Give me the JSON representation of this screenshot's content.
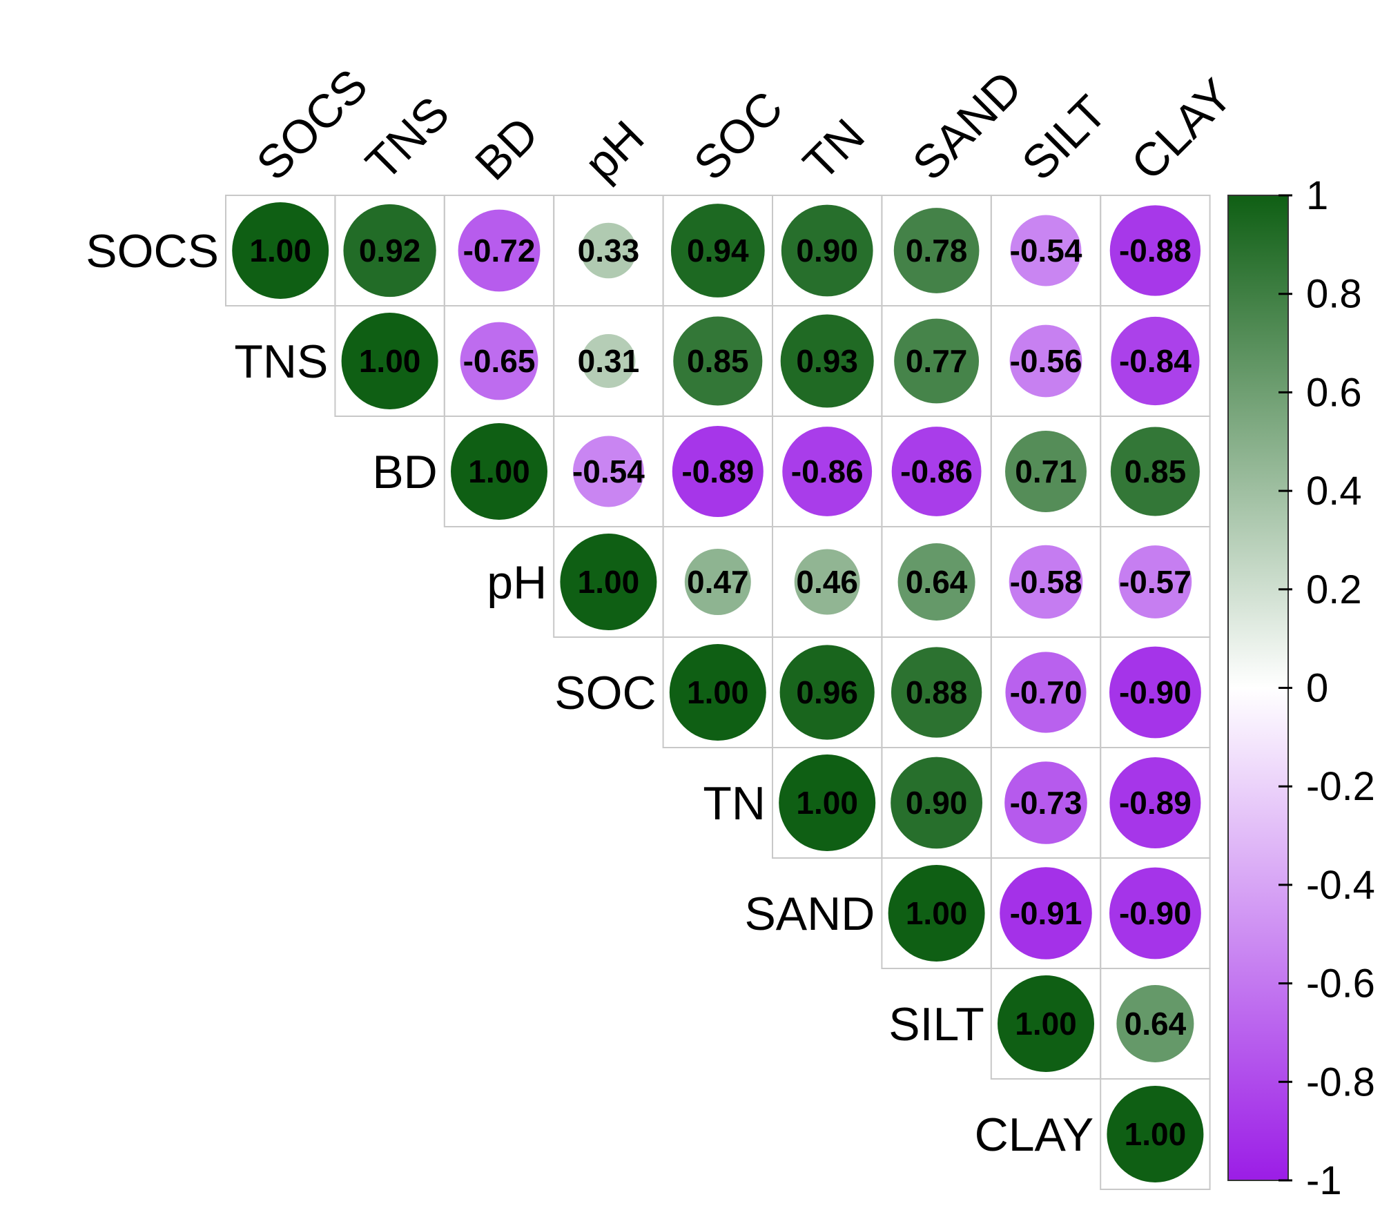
{
  "chart_data": {
    "type": "heatmap",
    "subtype": "correlation-circles-upper-triangle",
    "variables": [
      "SOCS",
      "TNS",
      "BD",
      "pH",
      "SOC",
      "TN",
      "SAND",
      "SILT",
      "CLAY"
    ],
    "matrix": [
      [
        1.0,
        0.92,
        -0.72,
        0.33,
        0.94,
        0.9,
        0.78,
        -0.54,
        -0.88
      ],
      [
        null,
        1.0,
        -0.65,
        0.31,
        0.85,
        0.93,
        0.77,
        -0.56,
        -0.84
      ],
      [
        null,
        null,
        1.0,
        -0.54,
        -0.89,
        -0.86,
        -0.86,
        0.71,
        0.85
      ],
      [
        null,
        null,
        null,
        1.0,
        0.47,
        0.46,
        0.64,
        -0.58,
        -0.57
      ],
      [
        null,
        null,
        null,
        null,
        1.0,
        0.96,
        0.88,
        -0.7,
        -0.9
      ],
      [
        null,
        null,
        null,
        null,
        null,
        1.0,
        0.9,
        -0.73,
        -0.89
      ],
      [
        null,
        null,
        null,
        null,
        null,
        null,
        1.0,
        -0.91,
        -0.9
      ],
      [
        null,
        null,
        null,
        null,
        null,
        null,
        null,
        1.0,
        0.64
      ],
      [
        null,
        null,
        null,
        null,
        null,
        null,
        null,
        null,
        1.0
      ]
    ],
    "value_labels": [
      [
        "1.00",
        "0.92",
        "-0.72",
        "0.33",
        "0.94",
        "0.90",
        "0.78",
        "-0.54",
        "-0.88"
      ],
      [
        null,
        "1.00",
        "-0.65",
        "0.31",
        "0.85",
        "0.93",
        "0.77",
        "-0.56",
        "-0.84"
      ],
      [
        null,
        null,
        "1.00",
        "-0.54",
        "-0.89",
        "-0.86",
        "-0.86",
        "0.71",
        "0.85"
      ],
      [
        null,
        null,
        null,
        "1.00",
        "0.47",
        "0.46",
        "0.64",
        "-0.58",
        "-0.57"
      ],
      [
        null,
        null,
        null,
        null,
        "1.00",
        "0.96",
        "0.88",
        "-0.70",
        "-0.90"
      ],
      [
        null,
        null,
        null,
        null,
        null,
        "1.00",
        "0.90",
        "-0.73",
        "-0.89"
      ],
      [
        null,
        null,
        null,
        null,
        null,
        null,
        "1.00",
        "-0.91",
        "-0.90"
      ],
      [
        null,
        null,
        null,
        null,
        null,
        null,
        null,
        "1.00",
        "0.64"
      ],
      [
        null,
        null,
        null,
        null,
        null,
        null,
        null,
        null,
        "1.00"
      ]
    ],
    "colorbar": {
      "range": [
        -1,
        1
      ],
      "ticks": [
        "1",
        "0.8",
        "0.6",
        "0.4",
        "0.2",
        "0",
        "-0.2",
        "-0.4",
        "-0.6",
        "-0.8",
        "-1"
      ],
      "tick_values": [
        1,
        0.8,
        0.6,
        0.4,
        0.2,
        0,
        -0.2,
        -0.4,
        -0.6,
        -0.8,
        -1
      ],
      "colors": {
        "negative": "#9b1de6",
        "zero": "#ffffff",
        "positive": "#0f5f14"
      },
      "placement": "right"
    },
    "title": "",
    "xlabel": "",
    "ylabel": "",
    "grid": true
  }
}
